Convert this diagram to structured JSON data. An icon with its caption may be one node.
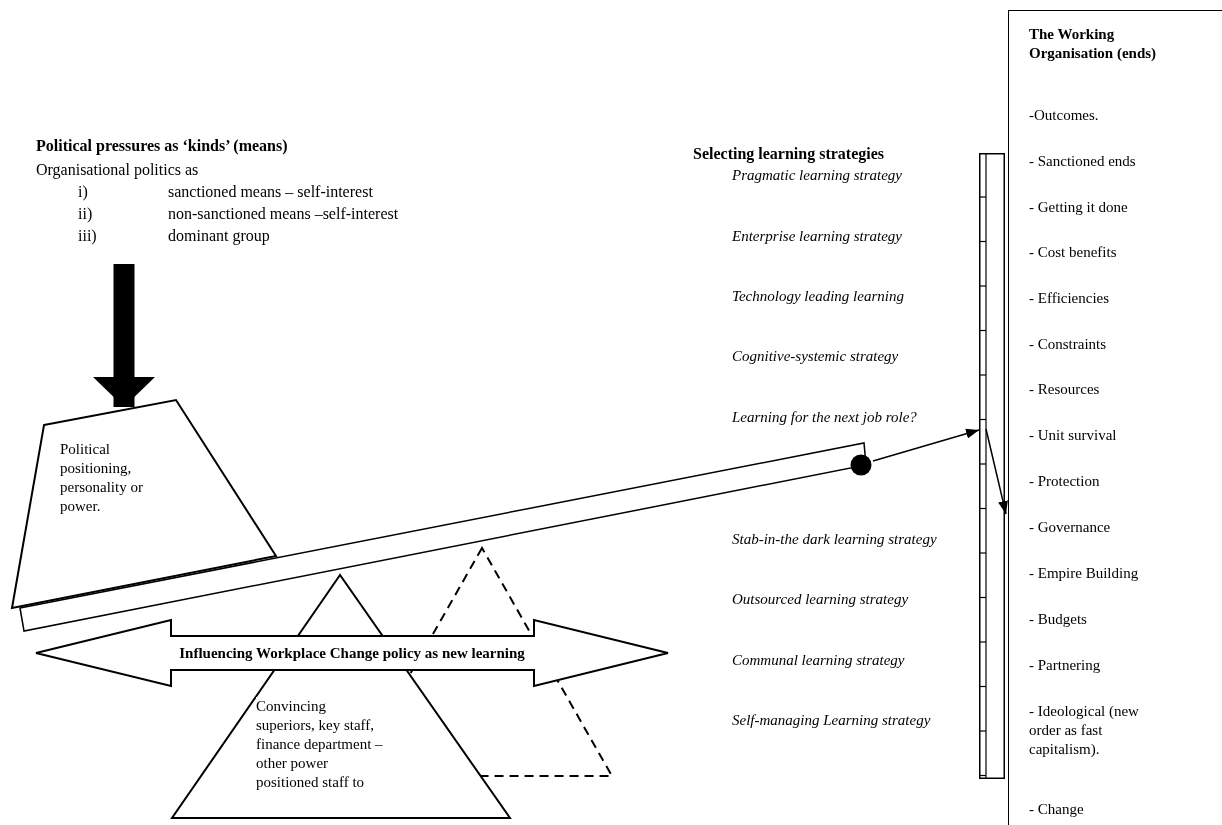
{
  "diagram": {
    "nodes": [
      {
        "text": [
          "Political pressures as ‘kinds’ (means)",
          "Organisational politics as",
          "i)",
          "sanctioned means – self-interest",
          "ii)",
          "non-sanctioned means –self-interest",
          "iii)",
          "dominant group"
        ]
      },
      {
        "text": [
          "Political positioning, personality or power."
        ]
      },
      {
        "text": [],
        "shape": "bar"
      },
      {
        "text": [],
        "shape": "circle"
      },
      {
        "text": [],
        "shape": "bar"
      },
      {
        "text": [
          "The Working Organisation (ends)",
          "-Outcomes.",
          "- Sanctioned ends",
          "- Getting it done",
          "- Cost benefits",
          "- Efficiencies",
          "- Constraints",
          "- Resources",
          "- Unit survival",
          "- Protection",
          "- Governance",
          "- Empire Building",
          "- Budgets",
          "- Partnering",
          "- Ideological (new order as fast capitalism).",
          "- Change"
        ]
      },
      {
        "text": [
          "Convincing superiors, key staff, finance department – other power positioned staff to"
        ]
      },
      {
        "text": [],
        "shape": "triangle"
      },
      {
        "text": [
          "Influencing Workplace Change policy as new learning"
        ]
      }
    ],
    "edges": [
      {
        "from": 0,
        "to": 1,
        "arrow": "to",
        "style": "thick"
      },
      {
        "from": 3,
        "to": 4,
        "arrow": "to"
      },
      {
        "from": 4,
        "to": 5,
        "arrow": "to"
      }
    ],
    "labels": [
      "Selecting learning strategies",
      "Pragmatic learning strategy",
      "Enterprise learning strategy",
      "Technology leading learning",
      "Cognitive-systemic strategy",
      "Learning for the next job role?",
      "Stab-in-the dark learning strategy",
      "Outsourced learning strategy",
      "Communal learning strategy",
      "Self-managing Learning strategy"
    ]
  }
}
